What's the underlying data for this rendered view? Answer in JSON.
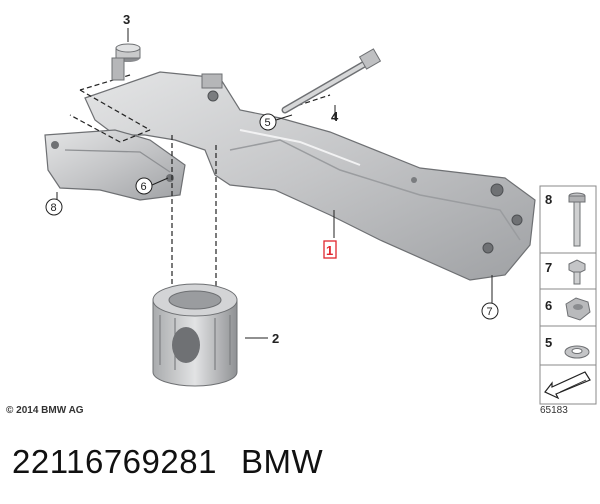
{
  "labels": {
    "part_1": "1",
    "part_2": "2",
    "part_3": "3",
    "part_4": "4",
    "part_5": "5",
    "part_6": "6",
    "part_7": "7",
    "part_8": "8",
    "legend_8": "8",
    "legend_7": "7",
    "legend_6": "6",
    "legend_5": "5"
  },
  "copyright": "© 2014 BMW AG",
  "diagram_id": "65183",
  "footer": {
    "part_number": "22116769281",
    "brand": "BMW"
  },
  "colors": {
    "highlight": "#e0262e",
    "metal": "#c8c9cb",
    "dark_metal": "#8c8e91"
  }
}
